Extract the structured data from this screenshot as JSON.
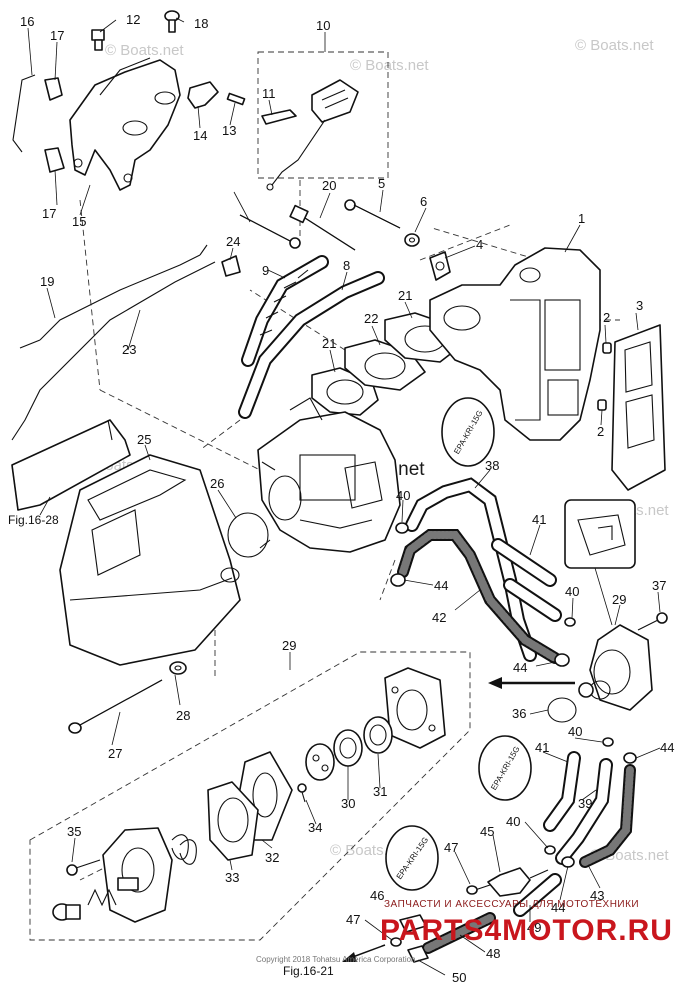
{
  "watermarks": [
    "© Boats.net",
    "© Boats.net",
    "© Boats.net",
    "© Boats.net",
    "© Boats.net",
    "© Boats.net",
    "© Boats.net"
  ],
  "main_watermark": "© Boats.net",
  "references": [
    "Fig.16-28",
    "Fig.16-21"
  ],
  "epa_tags": [
    "EPA-KRI-15G",
    "EPA-KRI-15G",
    "EPA-KRI-15G"
  ],
  "copyright": "Copyright 2018 Tohatsu America Corporation",
  "shop_banner": {
    "top_line": "ЗАПЧАСТИ И АКСЕССУАРЫ ДЛЯ МОТОТЕХНИКИ",
    "logo": "PARTS4MOTOR.RU"
  },
  "callouts": [
    "1",
    "2",
    "2",
    "3",
    "4",
    "5",
    "6",
    "8",
    "9",
    "10",
    "11",
    "12",
    "13",
    "14",
    "15",
    "16",
    "17",
    "17",
    "18",
    "19",
    "20",
    "21",
    "21",
    "22",
    "23",
    "24",
    "25",
    "26",
    "27",
    "28",
    "29",
    "29",
    "30",
    "31",
    "32",
    "33",
    "34",
    "35",
    "36",
    "37",
    "38",
    "39",
    "40",
    "40",
    "40",
    "40",
    "41",
    "41",
    "42",
    "43",
    "44",
    "44",
    "44",
    "44",
    "45",
    "46",
    "47",
    "47",
    "48",
    "49",
    "50"
  ]
}
